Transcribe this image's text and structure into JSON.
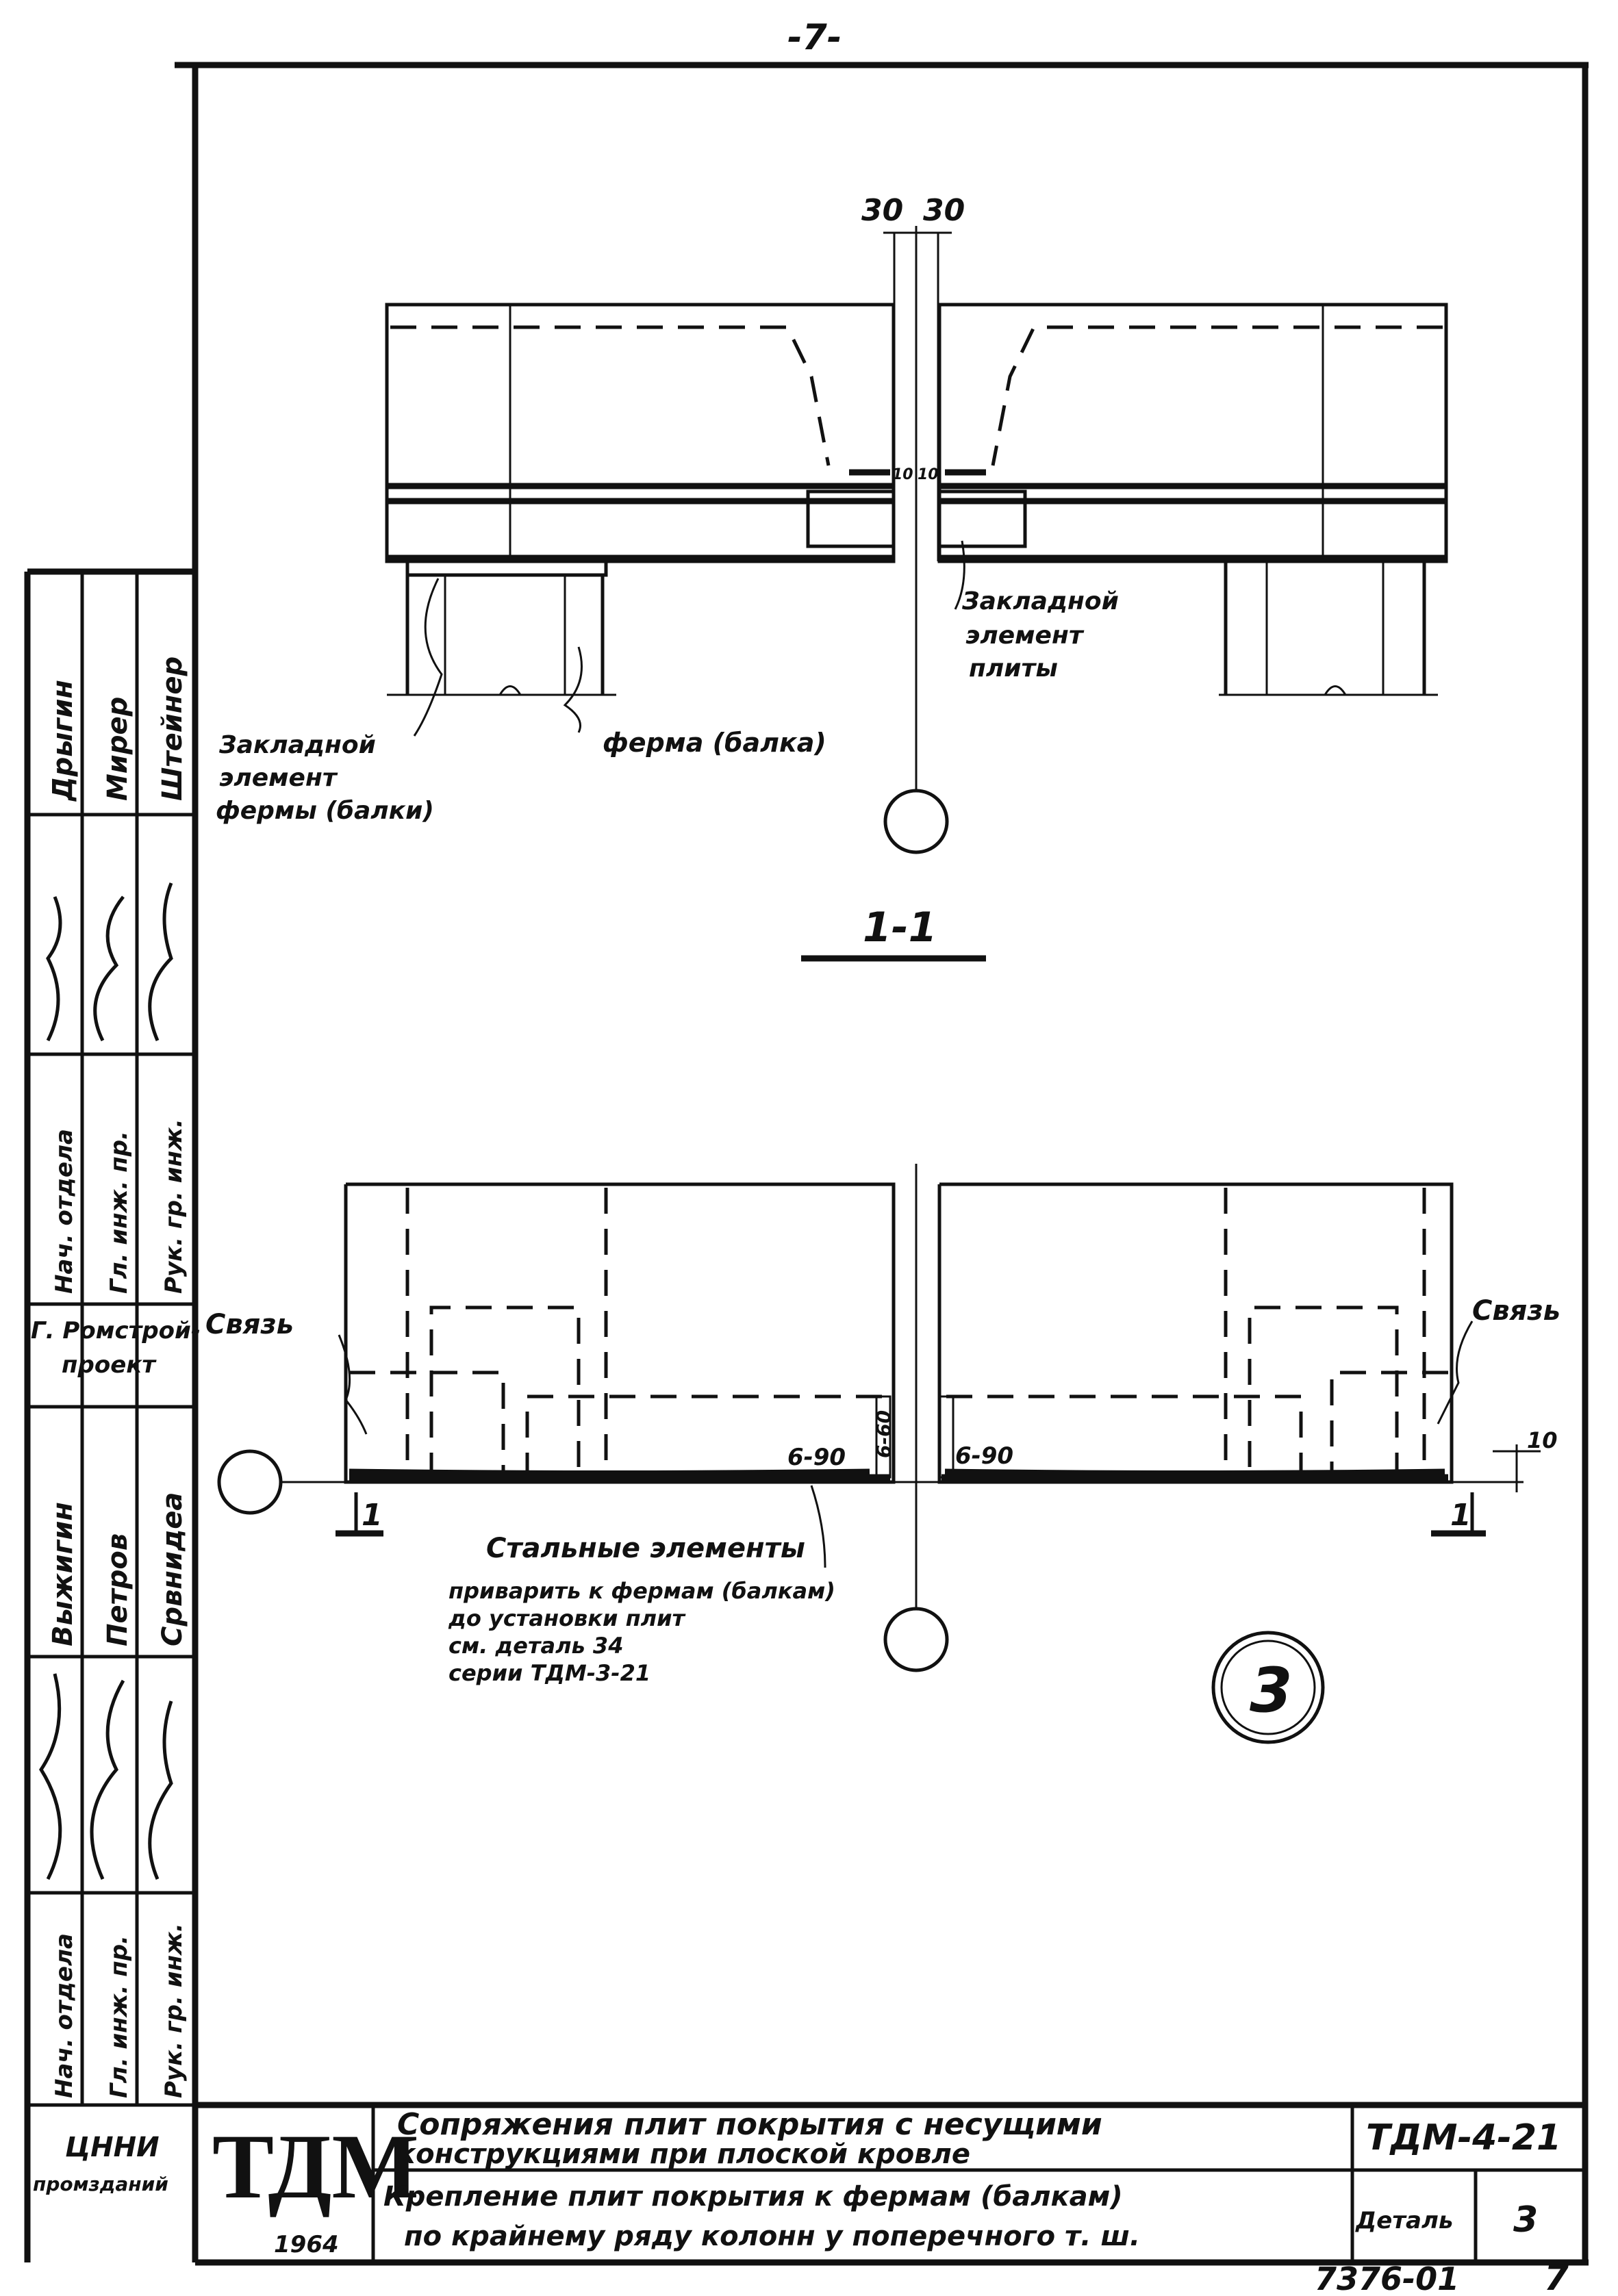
{
  "page_number": "-7-",
  "section_top": {
    "dim_left": "30",
    "dim_right": "30",
    "gap_left": "10",
    "gap_right": "10",
    "callout_plate_embed": [
      "Закладной",
      "элемент",
      "плиты"
    ],
    "callout_truss_embed": [
      "Закладной",
      "элемент",
      "фермы (балки)"
    ],
    "callout_truss": "ферма (балка)"
  },
  "section_label": "1-1",
  "section_bottom": {
    "bond_left": "Связь",
    "bond_right": "Связь",
    "weld_left": "6-90",
    "weld_vertical": "6-60",
    "weld_right": "6-90",
    "dim_edge": "10",
    "cut_left": "1",
    "cut_right": "1",
    "note": [
      "Стальные элементы",
      "приварить к фермам (балкам)",
      "до установки плит",
      "см. деталь 34",
      "серии ТДМ-3-21"
    ]
  },
  "detail_number": "3",
  "side_stamp": {
    "names_top": [
      "Дрыгин",
      "Мирер",
      "Штейнер"
    ],
    "roles_top": [
      "Нач. отдела",
      "Гл. инж. пр.",
      "Рук. гр. инж."
    ],
    "org": [
      "Г. Ромстрой-",
      "проект"
    ],
    "names_bottom": [
      "Выжигин",
      "Петров",
      "Срвнидеа"
    ],
    "roles_bottom": [
      "Нач. отдела",
      "Гл. инж. пр.",
      "Рук. гр. инж."
    ],
    "org_bottom": [
      "ЦННИ",
      "промзданий"
    ]
  },
  "title_block": {
    "logo": "ТДМ",
    "year": "1964",
    "title_line1": "Сопряжения плит покрытия с несущими",
    "title_line2": "конструкциями при плоской кровле",
    "sub_line1": "Крепление плит покрытия к фермам (балкам)",
    "sub_line2": "по крайнему ряду колонн у поперечного т. ш.",
    "series": "ТДМ-4-21",
    "detail_label": "Деталь",
    "detail_no": "3"
  },
  "footer_code": "7376-01",
  "footer_page": "7"
}
